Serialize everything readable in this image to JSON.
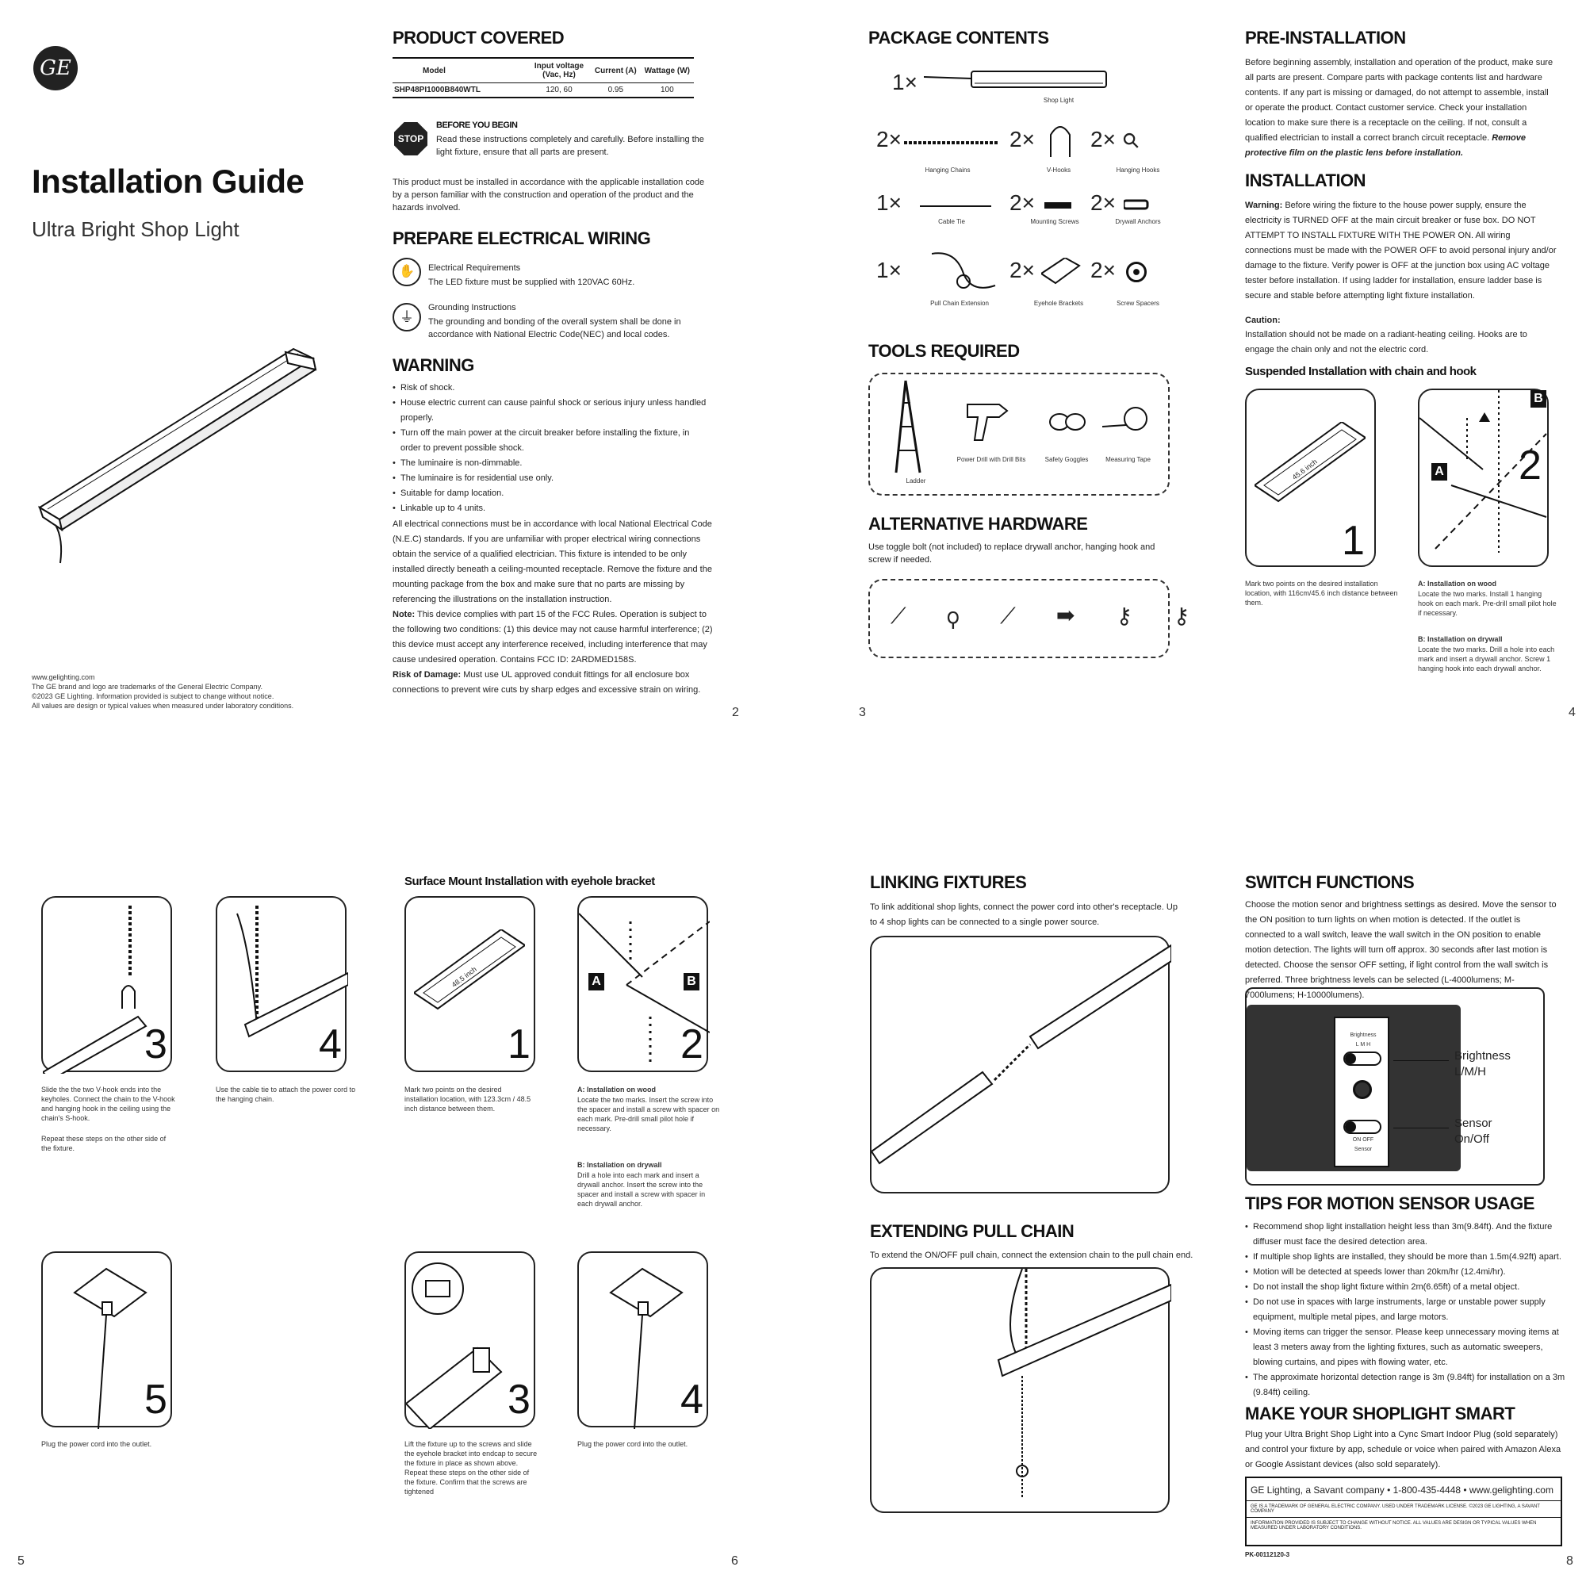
{
  "p1": {
    "title": "Installation Guide",
    "subtitle": "Ultra Bright Shop Light",
    "footer": [
      "www.gelighting.com",
      "The GE brand and logo are trademarks of the General Electric Company.",
      "©2023 GE Lighting. Information provided is subject to change without notice.",
      "All values are design or typical values when measured under laboratory conditions."
    ]
  },
  "p2": {
    "h1": "PRODUCT COVERED",
    "table": {
      "headers": [
        "Model",
        "Input voltage (Vac, Hz)",
        "Current (A)",
        "Wattage (W)"
      ],
      "row": [
        "SHP48PI1000B840WTL",
        "120, 60",
        "0.95",
        "100"
      ]
    },
    "stop": "STOP",
    "before_title": "BEFORE YOU BEGIN",
    "before_text": "Read these instructions completely and carefully. Before installing the light fixture, ensure that all parts are present.",
    "code_text": "This product must be installed in accordance with the applicable installation code by a person familiar with the construction and operation of the product and the hazards involved.",
    "h2": "PREPARE ELECTRICAL WIRING",
    "elec_title": "Electrical Requirements",
    "elec_text": "The LED fixture must be supplied with 120VAC 60Hz.",
    "ground_title": "Grounding Instructions",
    "ground_text": "The grounding and bonding of the overall system shall be done in accordance with National Electric Code(NEC) and local codes.",
    "h3": "WARNING",
    "warnings": [
      "Risk of shock.",
      "House electric current can cause painful shock or serious injury unless handled properly.",
      "Turn off the main power at the circuit breaker before installing the fixture, in order to prevent possible shock.",
      "The luminaire is non-dimmable.",
      "The luminaire is for residential use only.",
      "Suitable for damp location.",
      "Linkable up to 4 units."
    ],
    "nec_text": "All electrical connections must be in accordance with local National Electrical Code (N.E.C) standards. If you are unfamiliar with proper electrical wiring connections obtain the service of a qualified electrician. This fixture is intended to be only installed directly beneath a ceiling-mounted receptacle. Remove the fixture and the mounting package from the box and make sure that no parts are missing by referencing the illustrations on the installation instruction.",
    "note_label": "Note:",
    "note_text": "This device complies with part 15 of the FCC Rules. Operation is subject to the following two conditions: (1) this device may not cause harmful interference; (2) this device must accept any interference received, including interference that may cause undesired operation. Contains FCC ID: 2ARDMED158S.",
    "risk_label": "Risk of Damage:",
    "risk_text": "Must use UL approved conduit fittings for all enclosure box connections to prevent wire cuts by sharp edges and excessive strain on wiring.",
    "page": "2"
  },
  "p3": {
    "h1": "PACKAGE CONTENTS",
    "items": [
      {
        "qty": "1×",
        "label": "Shop Light"
      },
      {
        "qty": "2×",
        "label": "Hanging Chains"
      },
      {
        "qty": "2×",
        "label": "V-Hooks"
      },
      {
        "qty": "2×",
        "label": "Hanging Hooks"
      },
      {
        "qty": "1×",
        "label": "Cable Tie"
      },
      {
        "qty": "2×",
        "label": "Mounting Screws"
      },
      {
        "qty": "2×",
        "label": "Drywall Anchors"
      },
      {
        "qty": "1×",
        "label": "Pull Chain Extension"
      },
      {
        "qty": "2×",
        "label": "Eyehole Brackets"
      },
      {
        "qty": "2×",
        "label": "Screw Spacers"
      }
    ],
    "h2": "TOOLS REQUIRED",
    "tools": [
      "Ladder",
      "Power Drill with Drill Bits",
      "Safety Goggles",
      "Measuring Tape"
    ],
    "h3": "ALTERNATIVE HARDWARE",
    "alt_text": "Use toggle bolt (not included) to replace drywall anchor, hanging hook and screw if needed.",
    "page": "3"
  },
  "p4": {
    "h1": "PRE-INSTALLATION",
    "pre_text": "Before beginning assembly, installation and operation of the product, make sure all parts are present. Compare parts with package contents list and hardware contents. If any part is missing or damaged, do not attempt to assemble, install or operate the product. Contact customer service. Check your installation location to make sure there is a receptacle on the ceiling. If not, consult a qualified electrician to install a correct branch circuit receptacle.",
    "pre_bold": "Remove protective film on the plastic lens before installation.",
    "h2": "INSTALLATION",
    "warn_label": "Warning:",
    "warn_text": "Before wiring the fixture to the house power supply, ensure the electricity is TURNED OFF at the main circuit breaker or fuse box. DO NOT ATTEMPT TO INSTALL FIXTURE WITH THE POWER ON. All wiring connections must be made with the POWER OFF to avoid personal injury and/or damage to the fixture. Verify power is OFF at the junction box using AC voltage tester before installation. If using ladder for installation, ensure ladder base is secure and stable before attempting light fixture installation.",
    "caution_label": "Caution:",
    "caution_text": "Installation should not be made on a radiant-heating ceiling. Hooks are to engage the chain only and not the electric cord.",
    "sub": "Suspended Installation with chain and hook",
    "dim": "45.6 inch",
    "n1": "1",
    "n2": "2",
    "A": "A",
    "B": "B",
    "cap1": "Mark two points on the desired installation location, with 116cm/45.6 inch distance between them.",
    "capA_t": "A: Installation on wood",
    "capA": "Locate the two marks. Install 1 hanging hook on each mark. Pre-drill small pilot hole if necessary.",
    "capB_t": "B: Installation on drywall",
    "capB": "Locate the two marks. Drill a hole into each mark and insert a drywall anchor. Screw 1 hanging hook into each drywall anchor.",
    "page": "4"
  },
  "p5": {
    "n3": "3",
    "n4": "4",
    "n5": "5",
    "cap3": "Slide the the two V-hook ends into the keyholes. Connect the chain to the V-hook and hanging hook in the ceiling using the chain's S-hook.",
    "cap3b": "Repeat these steps on the other side of the fixture.",
    "cap4": "Use the cable tie to attach the power cord to the hanging chain.",
    "cap5": "Plug the power cord into the outlet.",
    "page": "5"
  },
  "p6": {
    "sub": "Surface Mount Installation with eyehole bracket",
    "dim": "48.5 inch",
    "n1": "1",
    "n2": "2",
    "n3": "3",
    "n4": "4",
    "A": "A",
    "B": "B",
    "cap1": "Mark two points on the desired installation location, with 123.3cm / 48.5 inch distance between them.",
    "capA_t": "A: Installation on wood",
    "capA": "Locate the two marks. Insert the screw into the spacer and install a screw with spacer on each mark. Pre-drill small pilot hole if necessary.",
    "capB_t": "B: Installation on drywall",
    "capB": "Drill a hole into each mark and insert a drywall anchor. Insert the screw into the spacer and install a screw with spacer in each drywall anchor.",
    "cap3": "Lift the fixture up to the screws and slide the eyehole bracket into endcap to secure the fixture in place as shown above. Repeat these steps on the other side of the fixture. Confirm that the screws are tightened",
    "cap4": "Plug the power cord into the outlet.",
    "page": "6"
  },
  "p7": {
    "h1": "LINKING FIXTURES",
    "link_text": "To link additional shop lights, connect the power cord into other's receptacle. Up to 4 shop lights can be connected to a single power source.",
    "h2": "EXTENDING PULL CHAIN",
    "ext_text": "To extend the ON/OFF pull chain, connect the extension chain to the pull chain end."
  },
  "p8": {
    "h1": "SWITCH FUNCTIONS",
    "switch_text": "Choose the motion senor and brightness settings as desired. Move the sensor to the ON position to turn lights on when motion is detected. If the outlet is connected to a wall switch, leave the wall switch in the ON position to enable motion detection. The lights will turn off approx. 30 seconds after last motion is detected. Choose the sensor OFF setting, if light control from the wall switch is preferred. Three brightness levels can be selected (L-4000lumens; M-7000lumens; H-10000lumens).",
    "panel_brightness": "Brightness",
    "panel_lmh": "L M H",
    "panel_onoff": "ON  OFF",
    "panel_sensor": "Sensor",
    "callout1": "Brightness L/M/H",
    "callout2": "Sensor On/Off",
    "h2": "TIPS FOR MOTION SENSOR USAGE",
    "tips": [
      "Recommend shop light installation height less than 3m(9.84ft). And the fixture diffuser must face the desired detection area.",
      "If multiple shop lights are installed, they should be more than 1.5m(4.92ft) apart.",
      "Motion will be detected at speeds lower than 20km/hr (12.4mi/hr).",
      "Do not install the shop light fixture within 2m(6.65ft) of a metal object.",
      "Do not use in spaces with large instruments, large or unstable power supply equipment, multiple metal pipes, and large motors.",
      "Moving items can trigger the sensor. Please keep unnecessary moving items at least 3 meters away from the lighting fixtures, such as automatic sweepers, blowing curtains, and pipes with flowing water, etc.",
      "The approximate horizontal detection range is 3m (9.84ft) for installation on a 3m (9.84ft) ceiling."
    ],
    "h3": "MAKE YOUR SHOPLIGHT SMART",
    "smart_text": "Plug your Ultra Bright Shop Light into a Cync Smart Indoor Plug (sold separately) and control your fixture by app, schedule or voice when paired with Amazon Alexa or Google Assistant devices (also sold separately).",
    "contact": "GE Lighting, a Savant company • 1-800-435-4448 • www.gelighting.com",
    "legal1": "GE IS A TRADEMARK OF GENERAL ELECTRIC COMPANY. USED UNDER TRADEMARK LICENSE. ©2023 GE LIGHTING, A SAVANT COMPANY",
    "legal2": "INFORMATION PROVIDED IS SUBJECT TO CHANGE WITHOUT NOTICE. ALL VALUES ARE DESIGN OR TYPICAL VALUES WHEN MEASURED UNDER LABORATORY CONDITIONS.",
    "part": "PK-00112120-3",
    "page": "8"
  }
}
